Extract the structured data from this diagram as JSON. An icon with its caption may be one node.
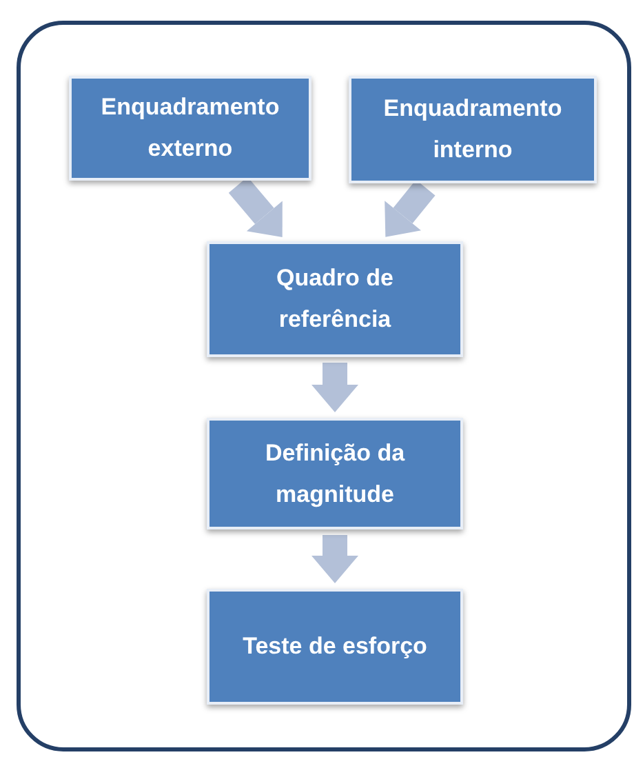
{
  "diagram": {
    "nodes": [
      {
        "text": [],
        "shape": "box"
      },
      {
        "text": [
          "Enquadramento externo"
        ],
        "in": 0
      },
      {
        "text": [
          "Enquadramento interno"
        ],
        "in": 0
      },
      {
        "text": [
          "Quadro de referência"
        ],
        "in": 0
      },
      {
        "text": [
          "Definição da magnitude"
        ],
        "in": 0
      },
      {
        "text": [
          "Teste de esforço"
        ],
        "in": 0
      }
    ],
    "edges": [
      {
        "from": 1,
        "to": 3,
        "arrow": "to"
      },
      {
        "from": 2,
        "to": 3,
        "arrow": "to"
      },
      {
        "from": 3,
        "to": 4,
        "arrow": "to"
      },
      {
        "from": 4,
        "to": 5,
        "arrow": "to"
      }
    ]
  }
}
